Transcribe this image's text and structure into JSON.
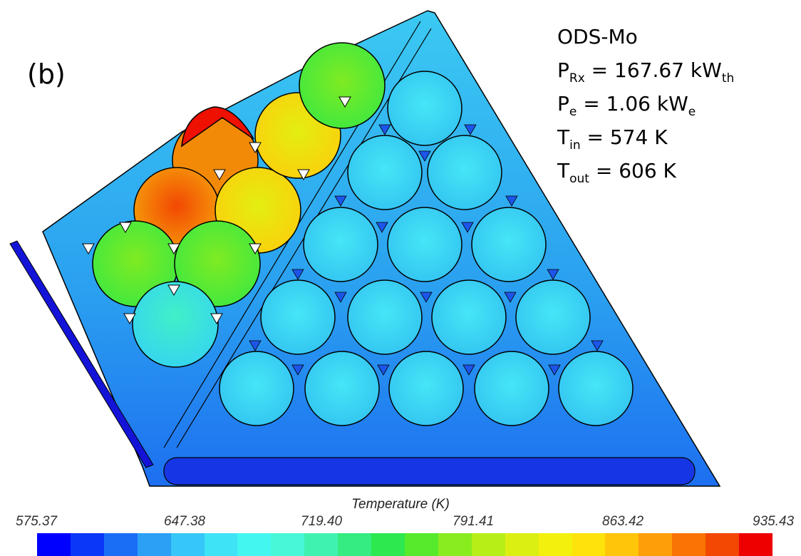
{
  "figure": {
    "panel_label": "(b)",
    "material": "ODS-Mo",
    "params": [
      {
        "sym": "P",
        "sub": "Rx",
        "text": " = 167.67 kW",
        "tail_sub": "th"
      },
      {
        "sym": "P",
        "sub": "e",
        "text": " = 1.06 kW",
        "tail_sub": "e"
      },
      {
        "sym": "T",
        "sub": "in",
        "text": " = 574 K",
        "tail_sub": ""
      },
      {
        "sym": "T",
        "sub": "out",
        "text": " = 606 K",
        "tail_sub": ""
      }
    ]
  },
  "colorbar": {
    "title": "Temperature (K)",
    "ticks": [
      "575.37",
      "647.38",
      "719.40",
      "791.41",
      "863.42",
      "935.43"
    ],
    "min": 575.37,
    "max": 935.43,
    "colors": [
      "#0000ff",
      "#0a37f8",
      "#1a6ef5",
      "#2ba0f5",
      "#36c6f7",
      "#3ee3f6",
      "#44f6f0",
      "#46f8d6",
      "#40f2b0",
      "#34ec80",
      "#2ee84f",
      "#55ea2c",
      "#88ec1f",
      "#b8ee18",
      "#dcef12",
      "#f4f00d",
      "#fde20b",
      "#fec50a",
      "#fe9e08",
      "#f97405",
      "#f24803",
      "#ee0000"
    ]
  },
  "temperature_field": {
    "hottest_fuel_pin_K": 935.43,
    "coolest_region": "lower wall and bottom channel"
  }
}
